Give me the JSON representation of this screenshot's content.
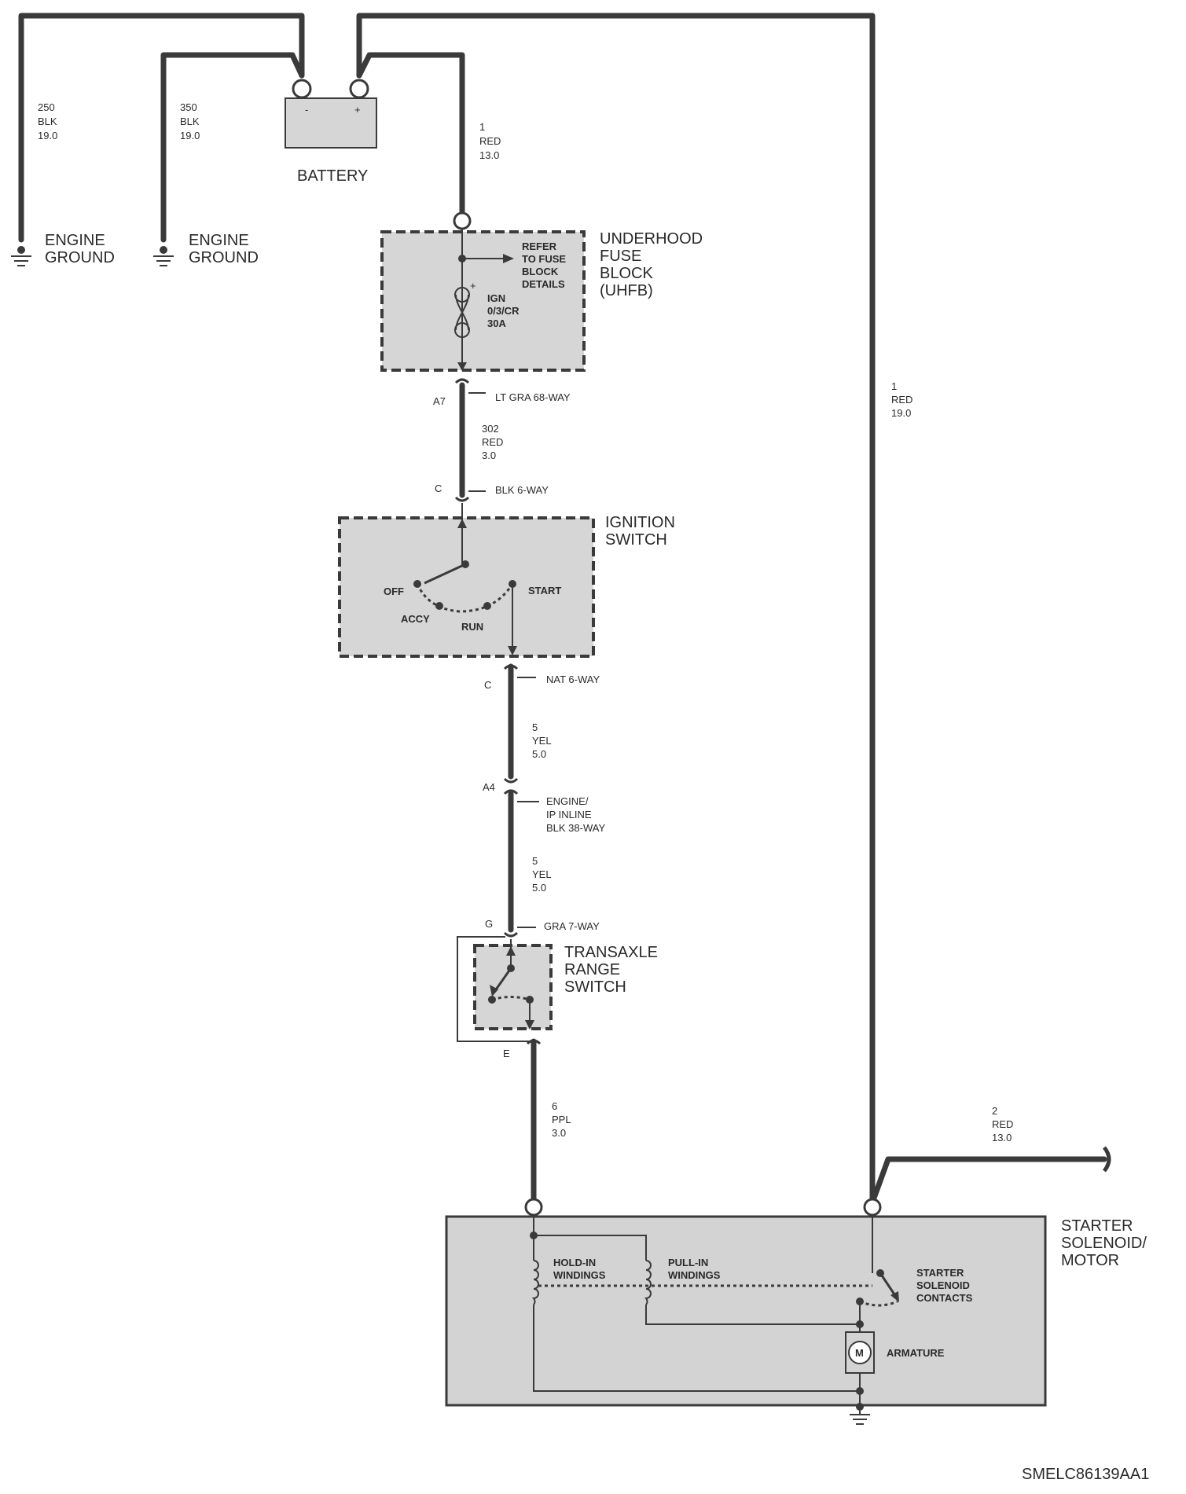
{
  "battery": {
    "label": "BATTERY",
    "neg_symbol": "-",
    "pos_symbol": "+"
  },
  "grounds": [
    {
      "label_line1": "ENGINE",
      "label_line2": "GROUND",
      "wire_line1": "250",
      "wire_line2": "BLK",
      "wire_line3": "19.0"
    },
    {
      "label_line1": "ENGINE",
      "label_line2": "GROUND",
      "wire_line1": "350",
      "wire_line2": "BLK",
      "wire_line3": "19.0"
    }
  ],
  "wire_1_red_13": {
    "line1": "1",
    "line2": "RED",
    "line3": "13.0"
  },
  "wire_1_red_19": {
    "line1": "1",
    "line2": "RED",
    "line3": "19.0"
  },
  "wire_2_red_13": {
    "line1": "2",
    "line2": "RED",
    "line3": "13.0"
  },
  "uhfb": {
    "title_line1": "UNDERHOOD",
    "title_line2": "FUSE",
    "title_line3": "BLOCK",
    "title_line4": "(UHFB)",
    "refer_line1": "REFER",
    "refer_line2": "TO FUSE",
    "refer_line3": "BLOCK",
    "refer_line4": "DETAILS",
    "fuse_line1": "IGN",
    "fuse_line2": "0/3/CR",
    "fuse_line3": "30A",
    "fuse_plus": "+"
  },
  "connectors": {
    "a7_pin": "A7",
    "a7_name": "LT GRA 68-WAY",
    "c1_pin": "C",
    "c1_name": "BLK 6-WAY",
    "c2_pin": "C",
    "c2_name": "NAT 6-WAY",
    "a4_pin": "A4",
    "a4_name_line1": "ENGINE/",
    "a4_name_line2": "IP INLINE",
    "a4_name_line3": "BLK 38-WAY",
    "g_pin": "G",
    "g_name": "GRA 7-WAY",
    "e_pin": "E"
  },
  "wire_302": {
    "line1": "302",
    "line2": "RED",
    "line3": "3.0"
  },
  "wire_5a": {
    "line1": "5",
    "line2": "YEL",
    "line3": "5.0"
  },
  "wire_5b": {
    "line1": "5",
    "line2": "YEL",
    "line3": "5.0"
  },
  "wire_6": {
    "line1": "6",
    "line2": "PPL",
    "line3": "3.0"
  },
  "ignition": {
    "title_line1": "IGNITION",
    "title_line2": "SWITCH",
    "off": "OFF",
    "accy": "ACCY",
    "run": "RUN",
    "start": "START"
  },
  "transaxle": {
    "title_line1": "TRANSAXLE",
    "title_line2": "RANGE",
    "title_line3": "SWITCH"
  },
  "starter": {
    "title_line1": "STARTER",
    "title_line2": "SOLENOID/",
    "title_line3": "MOTOR",
    "hold_line1": "HOLD-IN",
    "hold_line2": "WINDINGS",
    "pull_line1": "PULL-IN",
    "pull_line2": "WINDINGS",
    "contacts_line1": "STARTER",
    "contacts_line2": "SOLENOID",
    "contacts_line3": "CONTACTS",
    "armature": "ARMATURE",
    "motor_symbol": "M"
  },
  "doc_id": "SMELC86139AA1"
}
